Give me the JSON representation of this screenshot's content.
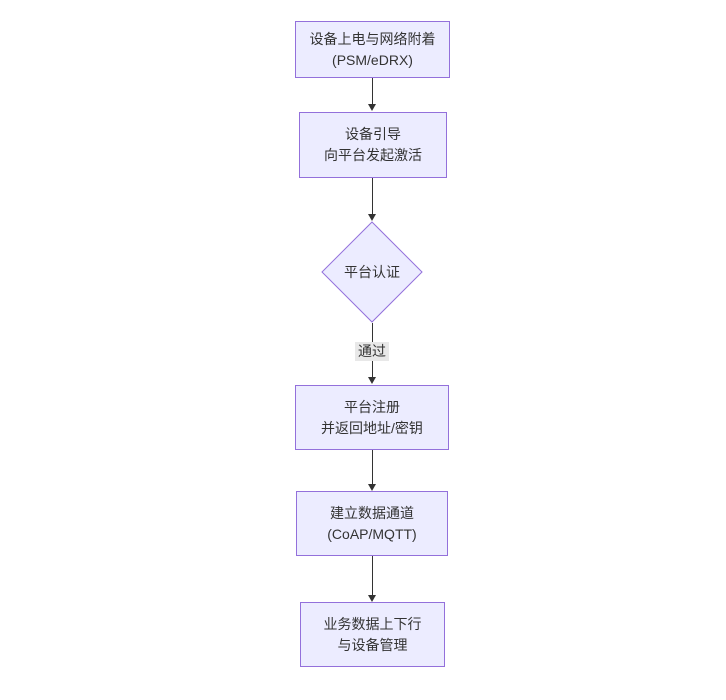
{
  "diagram": {
    "type": "flowchart",
    "direction": "top-down",
    "colors": {
      "background": "#ffffff",
      "node_fill": "#ECECFF",
      "node_border": "#9370DB",
      "edge_color": "#333333",
      "text_color": "#333333",
      "edge_label_bg": "#e8e8e8"
    },
    "nodes": [
      {
        "id": "A",
        "shape": "rect",
        "line1": "设备上电与网络附着",
        "line2": "(PSM/eDRX)"
      },
      {
        "id": "B",
        "shape": "rect",
        "line1": "设备引导",
        "line2": "向平台发起激活"
      },
      {
        "id": "C",
        "shape": "diamond",
        "line1": "平台认证",
        "line2": ""
      },
      {
        "id": "D",
        "shape": "rect",
        "line1": "平台注册",
        "line2": "并返回地址/密钥"
      },
      {
        "id": "E",
        "shape": "rect",
        "line1": "建立数据通道",
        "line2": "(CoAP/MQTT)"
      },
      {
        "id": "F",
        "shape": "rect",
        "line1": "业务数据上下行",
        "line2": "与设备管理"
      }
    ],
    "edges": [
      {
        "from": "A",
        "to": "B",
        "label": ""
      },
      {
        "from": "B",
        "to": "C",
        "label": ""
      },
      {
        "from": "C",
        "to": "D",
        "label": "通过"
      },
      {
        "from": "D",
        "to": "E",
        "label": ""
      },
      {
        "from": "E",
        "to": "F",
        "label": ""
      }
    ]
  }
}
